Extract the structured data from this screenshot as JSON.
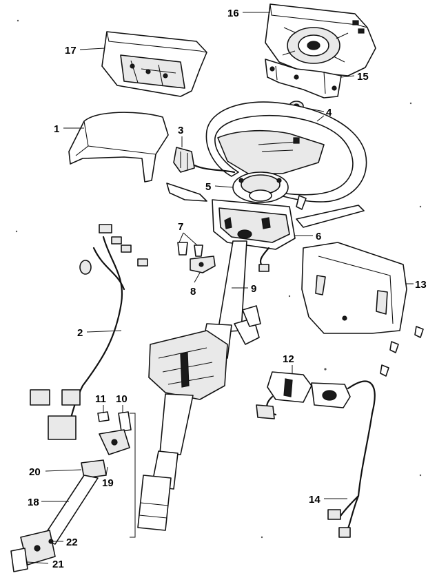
{
  "labels": {
    "l1": "1",
    "l2": "2",
    "l3": "3",
    "l4": "4",
    "l5": "5",
    "l6": "6",
    "l7": "7",
    "l8": "8",
    "l9": "9",
    "l10": "10",
    "l11": "11",
    "l12": "12",
    "l13": "13",
    "l14": "14",
    "l15": "15",
    "l16": "16",
    "l17": "17",
    "l18": "18",
    "l19": "19",
    "l20": "20",
    "l21": "21",
    "l22": "22"
  },
  "colors": {
    "ink": "#111111",
    "paper": "#ffffff",
    "shade": "#e9e9e9"
  }
}
